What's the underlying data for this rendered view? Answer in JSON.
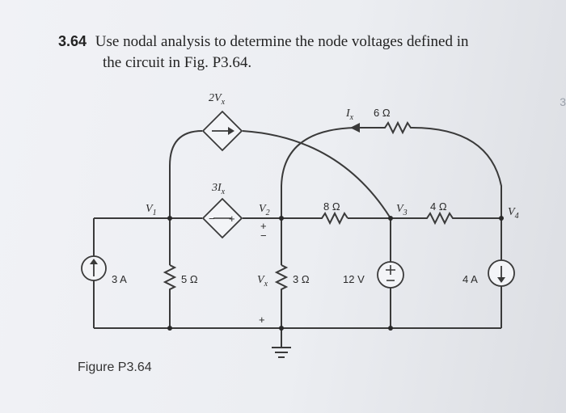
{
  "problem": {
    "number": "3.64",
    "text_line1": "Use nodal analysis to determine the node voltages defined in",
    "text_line2": "the circuit in Fig. P3.64."
  },
  "figure": {
    "caption": "Figure P3.64",
    "labels": {
      "dep_vsource_top": "2V",
      "dep_vsource_top_sub": "x",
      "dep_isource_mid": "3I",
      "dep_isource_mid_sub": "x",
      "node_v1": "V",
      "node_v1_sub": "1",
      "node_v2": "V",
      "node_v2_sub": "2",
      "node_v3": "V",
      "node_v3_sub": "3",
      "node_v4": "V",
      "node_v4_sub": "4",
      "current_ix": "I",
      "current_ix_sub": "x",
      "vx_label": "V",
      "vx_sub": "x",
      "r_6": "6 Ω",
      "r_8": "8 Ω",
      "r_4_top": "4 Ω",
      "r_5": "5 Ω",
      "r_3": "3 Ω",
      "source_3a": "3 A",
      "source_12v": "12 V",
      "source_4a": "4 A",
      "plus": "+",
      "minus": "−"
    }
  },
  "edge_char": "3"
}
